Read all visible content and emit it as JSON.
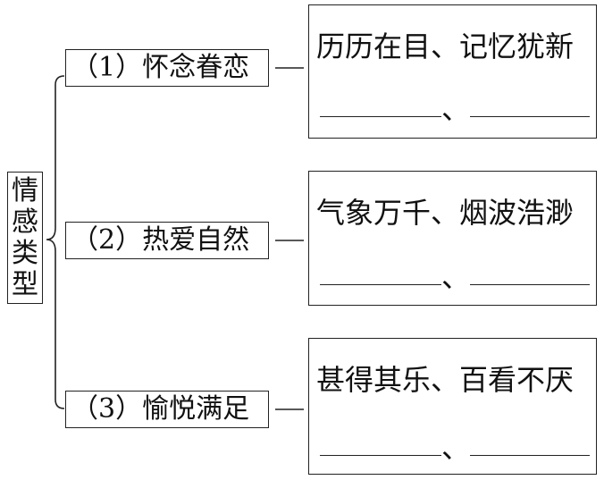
{
  "root": {
    "chars": [
      "情",
      "感",
      "类",
      "型"
    ]
  },
  "categories": [
    {
      "label": "（1）怀念眷恋",
      "detail": "历历在目、记忆犹新",
      "separator": "、"
    },
    {
      "label": "（2）热爱自然",
      "detail": "气象万千、烟波浩渺",
      "separator": "、"
    },
    {
      "label": "（3）愉悦满足",
      "detail": "甚得其乐、百看不厌",
      "separator": "、"
    }
  ],
  "colors": {
    "line": "#222222",
    "text": "#111111",
    "background": "#ffffff"
  }
}
